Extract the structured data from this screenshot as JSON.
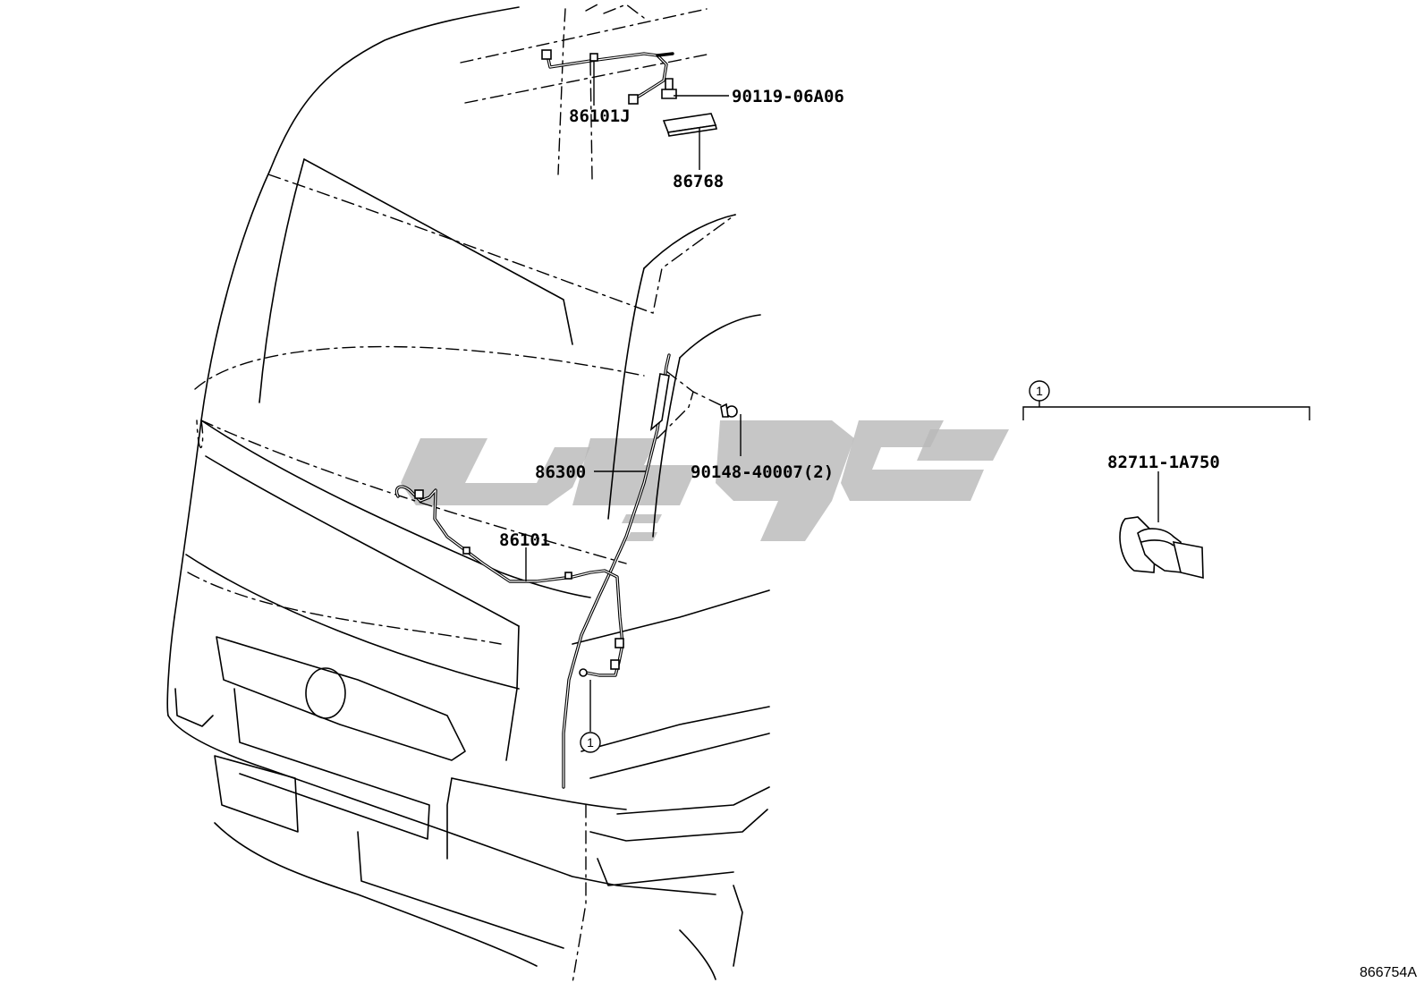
{
  "diagram": {
    "parts": [
      {
        "id": "p86101j",
        "label": "86101J"
      },
      {
        "id": "p9011906a06",
        "label": "90119-06A06"
      },
      {
        "id": "p86768",
        "label": "86768"
      },
      {
        "id": "p86300",
        "label": "86300"
      },
      {
        "id": "p9014840007",
        "label": "90148-40007(2)"
      },
      {
        "id": "p86101",
        "label": "86101"
      },
      {
        "id": "p827111a750",
        "label": "82711-1A750"
      }
    ],
    "callouts": [
      {
        "id": "c1-vehicle",
        "label": "1"
      },
      {
        "id": "c1-detail",
        "label": "1"
      }
    ],
    "diagram_code": "866754A"
  }
}
